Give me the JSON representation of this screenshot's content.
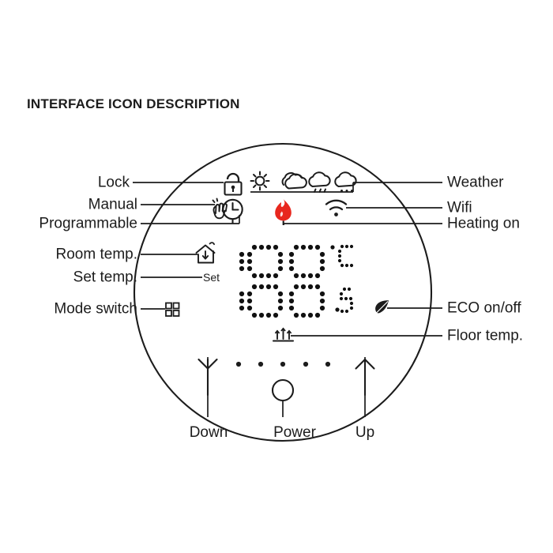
{
  "page": {
    "title": "INTERFACE ICON DESCRIPTION",
    "background_color": "#ffffff",
    "line_color": "#1c1c1c",
    "heating_color": "#e8271e"
  },
  "device": {
    "shape": "circle",
    "name": "round-thermostat-face"
  },
  "display": {
    "type": "dot-matrix-lcd",
    "row1_value": "88",
    "row1_unit": "℃",
    "row2_value": "88",
    "row2_unit": "5",
    "digit_style": "seven-segment-dotted"
  },
  "callouts_left": [
    {
      "key": "lock",
      "label": "Lock",
      "icon": "lock-icon"
    },
    {
      "key": "manual",
      "label": "Manual",
      "icon": "hand-icon"
    },
    {
      "key": "programmable",
      "label": "Programmable",
      "icon": "clock-icon"
    },
    {
      "key": "room_temp",
      "label": "Room temp.",
      "icon": "house-thermometer-icon"
    },
    {
      "key": "set_temp",
      "label": "Set temp.",
      "icon": "set-text-icon"
    },
    {
      "key": "mode_switch",
      "label": "Mode switch",
      "icon": "grid-four-squares-icon"
    }
  ],
  "callouts_right": [
    {
      "key": "weather",
      "label": "Weather",
      "icon": "weather-icons"
    },
    {
      "key": "wifi",
      "label": "Wifi",
      "icon": "wifi-icon"
    },
    {
      "key": "heating_on",
      "label": "Heating on",
      "icon": "flame-icon"
    },
    {
      "key": "eco",
      "label": "ECO on/off",
      "icon": "leaf-icon"
    },
    {
      "key": "floor_temp",
      "label": "Floor temp.",
      "icon": "floor-heating-icon"
    }
  ],
  "callouts_bottom": [
    {
      "key": "down",
      "label": "Down",
      "icon": "down-arrow-icon"
    },
    {
      "key": "power",
      "label": "Power",
      "icon": "power-circle-icon"
    },
    {
      "key": "up",
      "label": "Up",
      "icon": "up-arrow-icon"
    }
  ],
  "weather_icons": [
    {
      "key": "sun",
      "name": "sun-icon"
    },
    {
      "key": "cloudy",
      "name": "cloud-icon"
    },
    {
      "key": "rain",
      "name": "rain-cloud-icon"
    },
    {
      "key": "snow",
      "name": "snow-cloud-icon"
    }
  ],
  "set_temp_icon_text": "Set",
  "progress_dots": 5
}
